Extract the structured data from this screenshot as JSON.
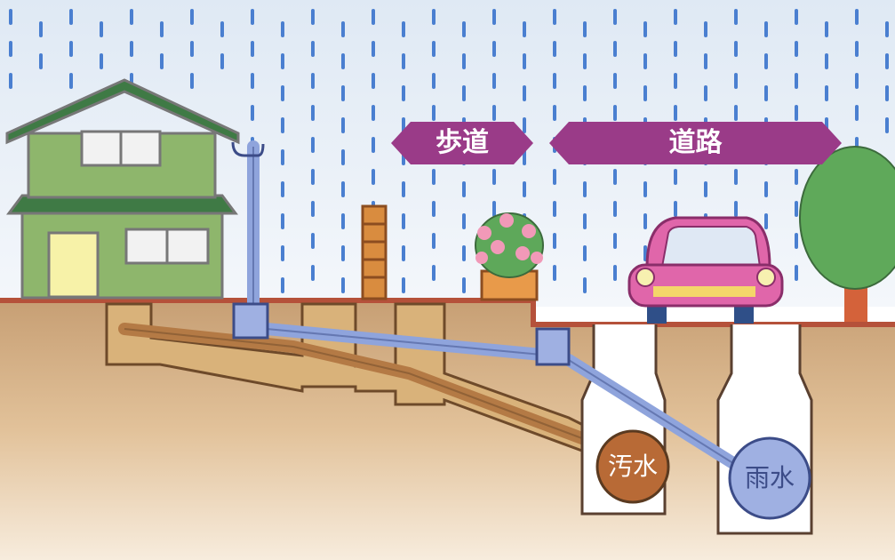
{
  "labels": {
    "sidewalk": "歩道",
    "road": "道路",
    "sewage": "汚水",
    "rainwater": "雨水"
  },
  "colors": {
    "sky": "#e8f0f8",
    "rain": "#4a7fd0",
    "ground_top": "#c9a37a",
    "ground_bottom": "#f3e4cd",
    "house": "#8bb46a",
    "roof": "#4f8a4f",
    "sign": "#9a3b88",
    "sewage_pipe": "#b97a46",
    "rain_pipe": "#93a7dd",
    "car": "#e060a8",
    "tree": "#5fa95a"
  }
}
